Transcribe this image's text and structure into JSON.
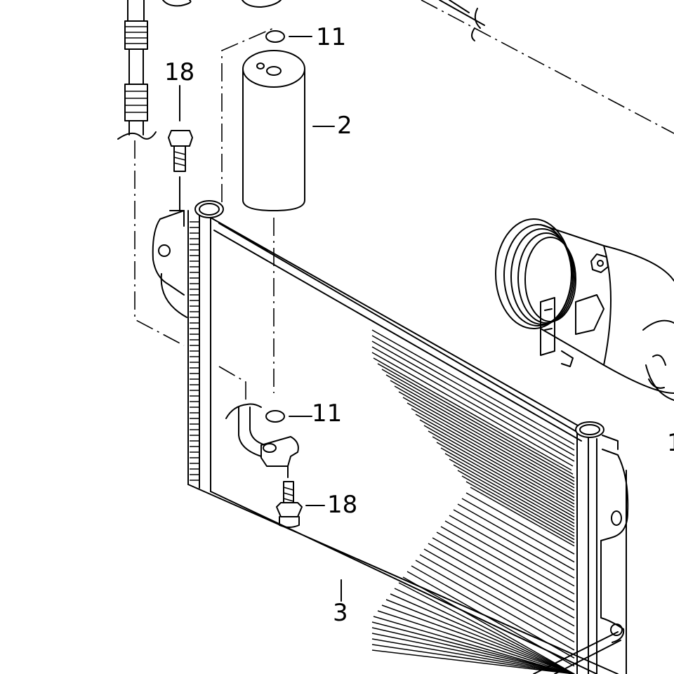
{
  "diagram": {
    "callouts": [
      {
        "id": "label-11-top",
        "text": "11"
      },
      {
        "id": "label-2",
        "text": "2"
      },
      {
        "id": "label-18-top",
        "text": "18"
      },
      {
        "id": "label-11-bottom",
        "text": "11"
      },
      {
        "id": "label-18-bottom",
        "text": "18"
      },
      {
        "id": "label-3",
        "text": "3"
      },
      {
        "id": "label-1-partial",
        "text": "1"
      }
    ]
  }
}
